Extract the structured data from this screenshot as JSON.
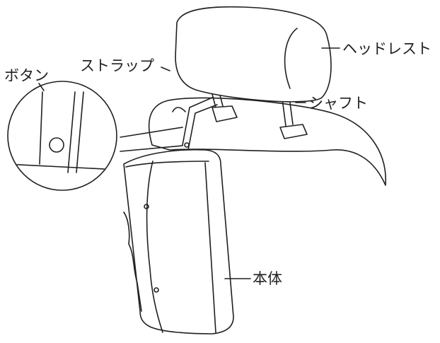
{
  "labels": {
    "headrest": "ヘッドレスト",
    "shaft": "シャフト",
    "strap": "ストラップ",
    "button": "ボタン",
    "body": "本体"
  },
  "colors": {
    "line": "#231f20",
    "fill": "#ffffff"
  }
}
